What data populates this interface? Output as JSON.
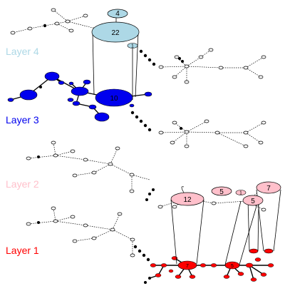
{
  "colors": {
    "layer4": "#add8e6",
    "layer3": "#0000ee",
    "layer2": "#ffc0cb",
    "layer1": "#ff0000",
    "edge": "#000000",
    "small_node": "#ffffff"
  },
  "layers": [
    {
      "label": "Layer 4",
      "color": "#add8e6"
    },
    {
      "label": "Layer 3",
      "color": "#0000ee"
    },
    {
      "label": "Layer 2",
      "color": "#ffc0cb"
    },
    {
      "label": "Layer 1",
      "color": "#ff0000"
    }
  ],
  "node_labels": {
    "l4_big": "22",
    "l4_top": "4",
    "l4_small": "1",
    "l3_big": "10",
    "l2_a": "12",
    "l2_b": "5",
    "l2_c": "1",
    "l2_d": "5",
    "l2_e": "7",
    "l1_a": "7",
    "l1_b": "5"
  }
}
